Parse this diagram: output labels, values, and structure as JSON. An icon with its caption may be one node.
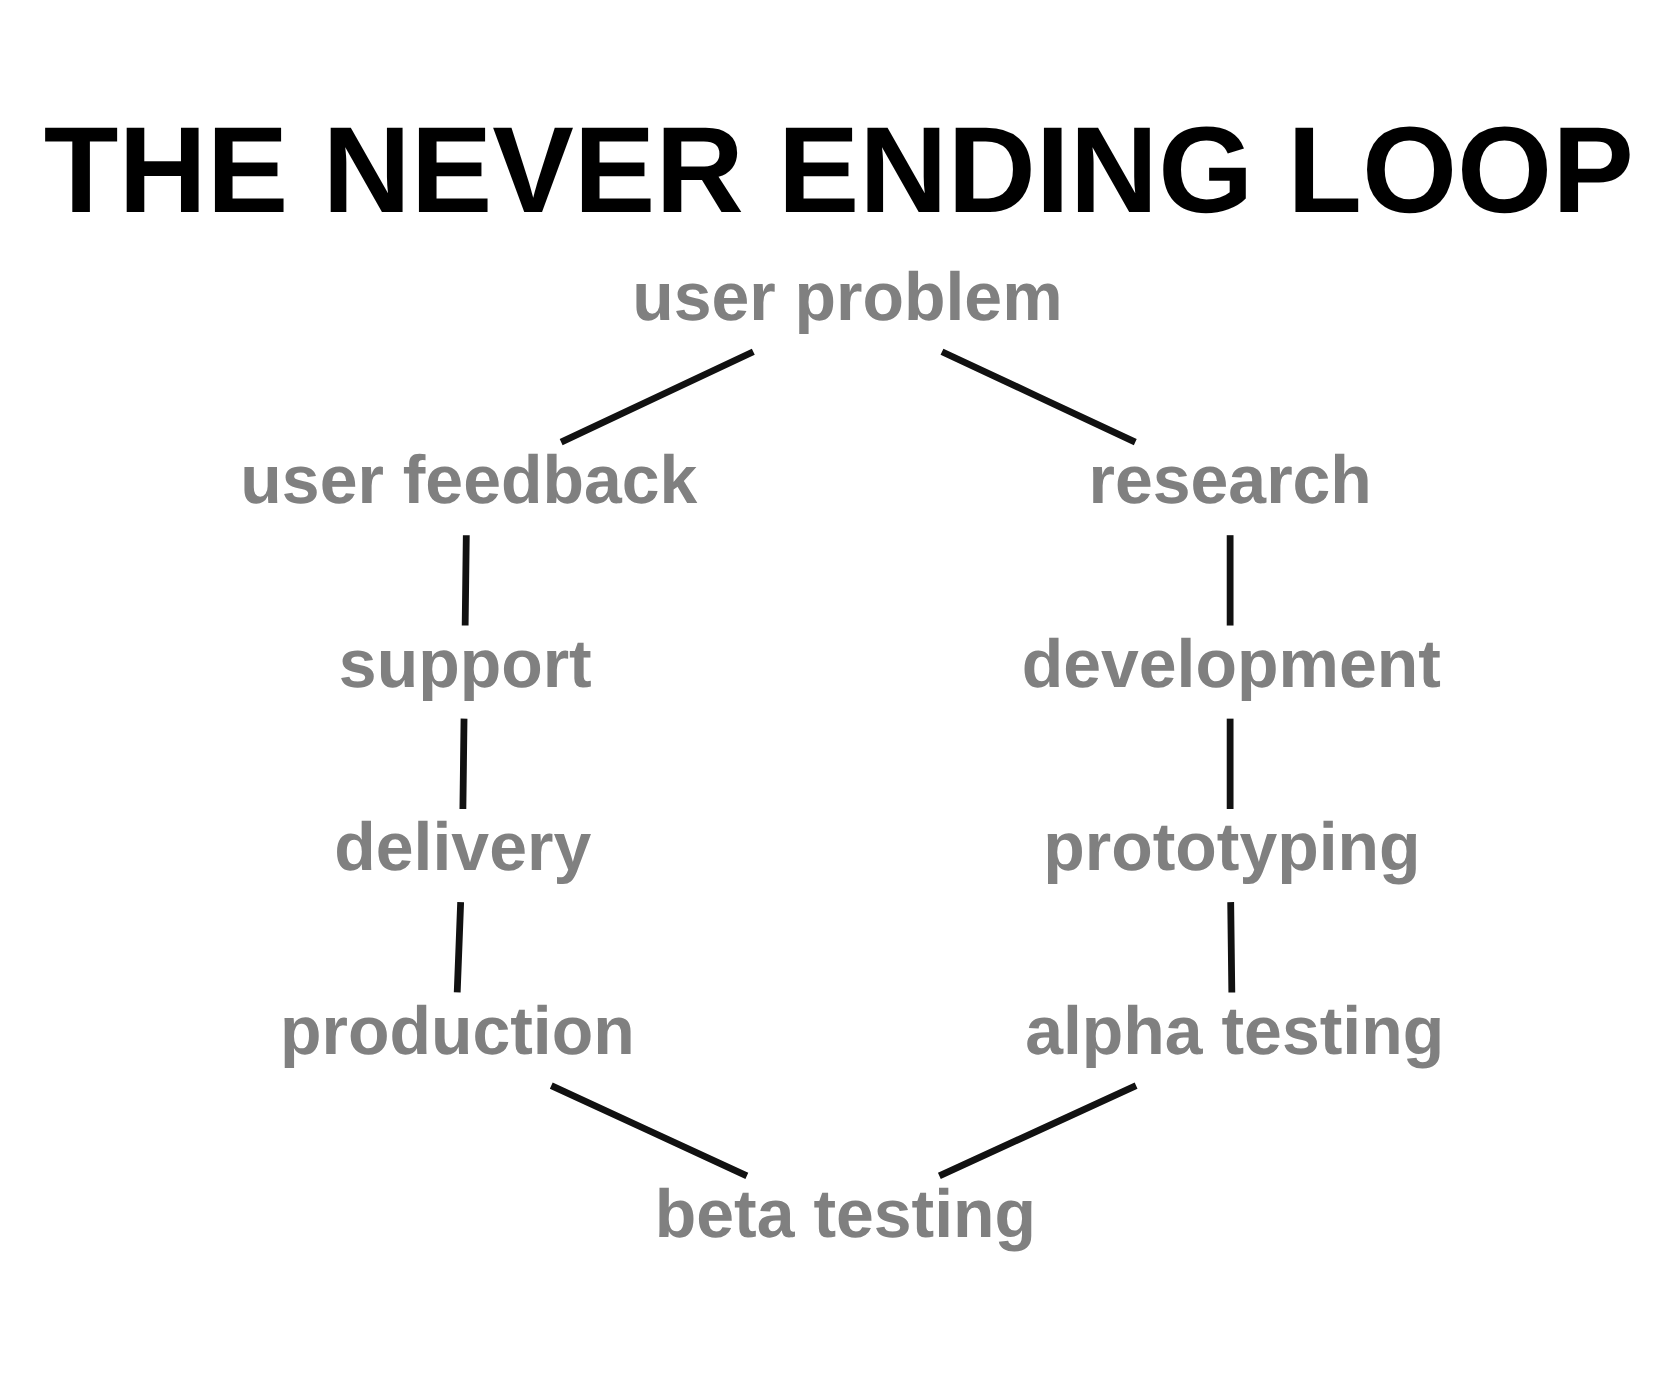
{
  "diagram": {
    "title": "THE NEVER ENDING LOOP",
    "nodes": [
      {
        "text": [
          "user problem"
        ]
      },
      {
        "text": [
          "user feedback"
        ]
      },
      {
        "text": [
          "research"
        ]
      },
      {
        "text": [
          "support"
        ]
      },
      {
        "text": [
          "development"
        ]
      },
      {
        "text": [
          "delivery"
        ]
      },
      {
        "text": [
          "prototyping"
        ]
      },
      {
        "text": [
          "production"
        ]
      },
      {
        "text": [
          "alpha testing"
        ]
      },
      {
        "text": [
          "beta testing"
        ]
      }
    ],
    "edges": [
      {
        "from": 0,
        "to": 2,
        "arrow": "none"
      },
      {
        "from": 2,
        "to": 4,
        "arrow": "none"
      },
      {
        "from": 4,
        "to": 6,
        "arrow": "none"
      },
      {
        "from": 6,
        "to": 8,
        "arrow": "none"
      },
      {
        "from": 8,
        "to": 9,
        "arrow": "none"
      },
      {
        "from": 7,
        "to": 9,
        "arrow": "none"
      },
      {
        "from": 5,
        "to": 7,
        "arrow": "none"
      },
      {
        "from": 3,
        "to": 5,
        "arrow": "none"
      },
      {
        "from": 1,
        "to": 3,
        "arrow": "none"
      },
      {
        "from": 0,
        "to": 1,
        "arrow": "none"
      }
    ]
  }
}
